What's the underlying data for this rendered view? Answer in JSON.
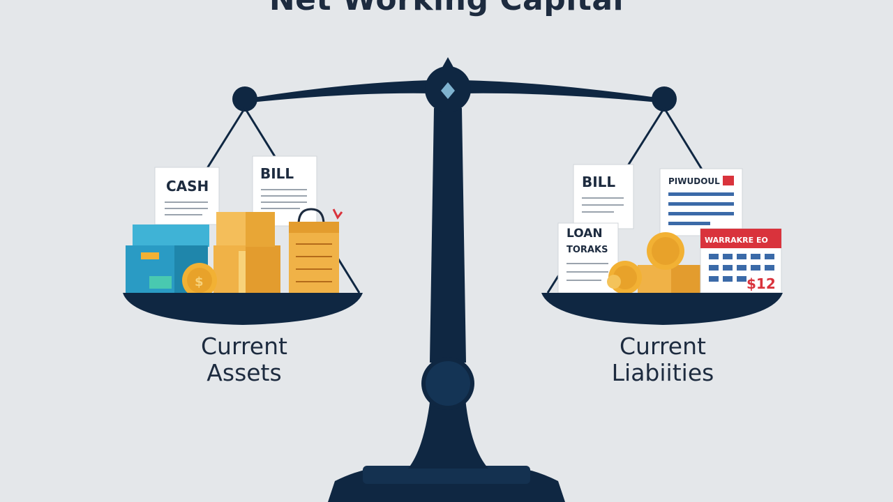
{
  "title": "Net Working Capital",
  "left_pan": {
    "caption_line1": "Current",
    "caption_line2": "Assets",
    "doc_cash": "CASH",
    "doc_bill": "BILL"
  },
  "right_pan": {
    "caption_line1": "Current",
    "caption_line2": "Liabiities",
    "doc_bill": "BILL",
    "doc_loan_line1": "LOAN",
    "doc_loan_line2": "TORAKS",
    "doc_invoice": "PIWUDOUL",
    "calendar_header": "WARRAKRE EO",
    "calendar_footer": "$12"
  },
  "colors": {
    "background": "#e4e7ea",
    "scale": "#0f2742",
    "scale_highlight": "#1e4a6e",
    "gold": "#f2b134",
    "box": "#f0b247",
    "teal": "#2a9bc4",
    "red": "#d9333c",
    "doc_lines": "#3b6aa8"
  }
}
